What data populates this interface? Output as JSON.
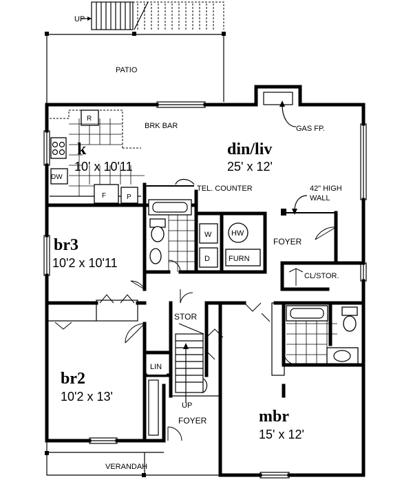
{
  "labels": {
    "up_top": "UP",
    "patio": "PATIO",
    "brk_bar": "BRK BAR",
    "gas_fp": "GAS FP.",
    "tel_counter": "TEL. COUNTER",
    "high_wall_line1": "42\" HIGH",
    "high_wall_line2": "WALL",
    "foyer_right": "FOYER",
    "cl_stor": "CL/STOR.",
    "stor": "STOR",
    "lin": "LIN",
    "up_bottom": "UP",
    "foyer_bottom": "FOYER",
    "verandah": "VERANDAH",
    "fridge": "R",
    "dw": "DW",
    "freezer": "F",
    "pantry": "P",
    "washer": "W",
    "dryer": "D",
    "hot_water": "HW",
    "furnace": "FURN"
  },
  "rooms": {
    "kitchen": {
      "name": "k",
      "dims": "10' x 10'11"
    },
    "din_liv": {
      "name": "din/liv",
      "dims": "25' x 12'"
    },
    "br3": {
      "name": "br3",
      "dims": "10'2 x 10'11"
    },
    "br2": {
      "name": "br2",
      "dims": "10'2 x 13'"
    },
    "mbr": {
      "name": "mbr",
      "dims": "15' x 12'"
    }
  }
}
